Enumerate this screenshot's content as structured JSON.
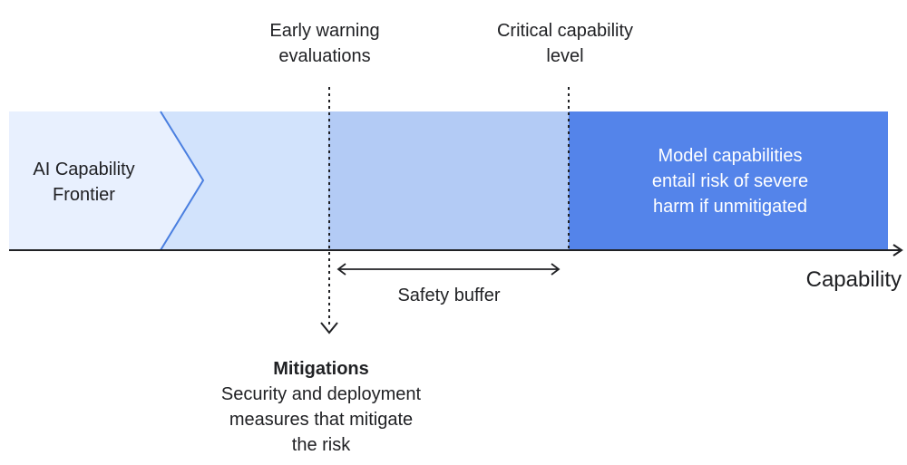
{
  "labels": {
    "early_warning": [
      "Early warning",
      "evaluations"
    ],
    "critical_level": [
      "Critical capability",
      "level"
    ],
    "frontier": [
      "AI Capability",
      "Frontier"
    ],
    "risk": [
      "Model capabilities",
      "entail risk of severe",
      "harm if unmitigated"
    ],
    "safety_buffer": "Safety buffer",
    "axis": "Capability",
    "mitigations_title": "Mitigations",
    "mitigations_body": [
      "Security and deployment",
      "measures that mitigate",
      "the risk"
    ]
  },
  "colors": {
    "frontier_fill": "#e8f0fe",
    "frontier_edge": "#4a7fe0",
    "zone_light": "#d2e3fc",
    "zone_buffer": "#b3cbf5",
    "zone_risk": "#5484ea",
    "axis": "#202124",
    "risk_text": "#ffffff"
  }
}
